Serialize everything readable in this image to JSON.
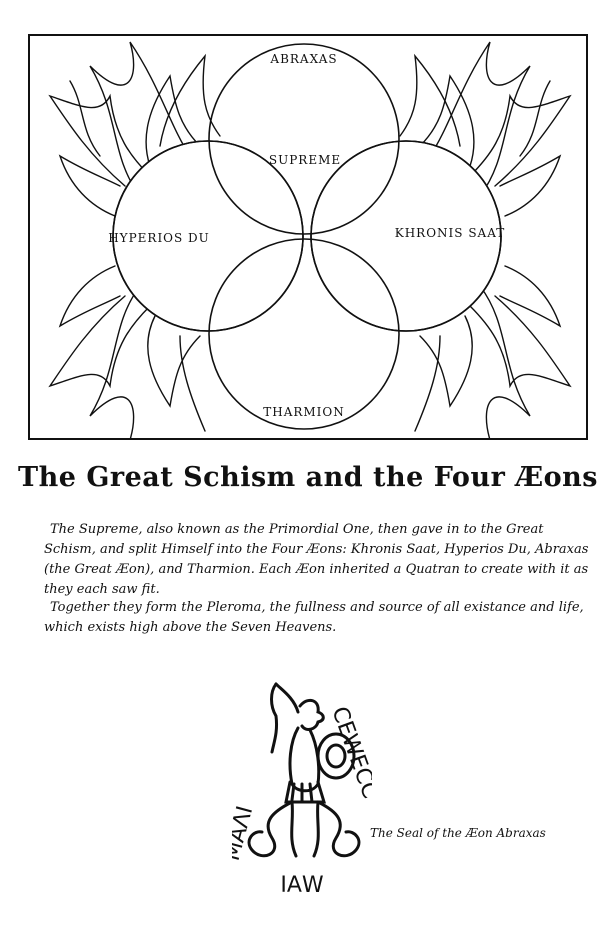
{
  "diagram": {
    "nodes": [
      {
        "id": "top",
        "label": "ABRAXAS"
      },
      {
        "id": "left",
        "label": "HYPERIOS DU"
      },
      {
        "id": "right",
        "label": "KHRONIS SAAT"
      },
      {
        "id": "bottom",
        "label": "THARMION"
      },
      {
        "id": "center",
        "label": "SUPREME"
      }
    ]
  },
  "title": "The Great Schism and the Four Æons",
  "paragraphs": [
    "The Supreme, also known as the Primordial One, then gave in to the Great Schism, and split Himself into the Four Æons: Khronis Saat, Hyperios Du, Abraxas (the Great Æon), and Tharmion. Each Æon inherited a Quatran to create with it as they each saw fit.",
    "Together they form the Pleroma, the fullness and source of all existance and life, which exists high above the Seven Heavens."
  ],
  "seal": {
    "letters_right": "CEWECC",
    "letters_left": "ΜΑΛΙ",
    "letters_bottom": "ΙΑW",
    "caption": "The Seal of the Æon Abraxas"
  }
}
